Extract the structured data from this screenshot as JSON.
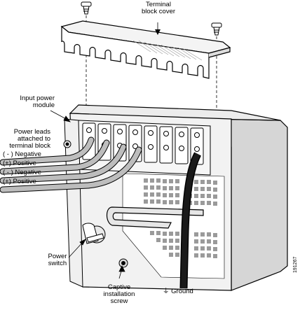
{
  "labels": {
    "terminal_block_cover_line1": "Terminal",
    "terminal_block_cover_line2": "block cover",
    "input_power_module_line1": "Input power",
    "input_power_module_line2": "module",
    "power_leads_line1": "Power leads",
    "power_leads_line2": "attached to",
    "power_leads_line3": "terminal block",
    "lead_1": "( - ) Negative",
    "lead_2": "(+)  Positive",
    "lead_3": "( - ) Negative",
    "lead_4": "(+)  Positive",
    "power_switch_line1": "Power",
    "power_switch_line2": "switch",
    "captive_screw_line1": "Captive",
    "captive_screw_line2": "installation",
    "captive_screw_line3": "screw",
    "ground": "Ground",
    "ground_symbol": "⏚",
    "figure_number": "191267"
  }
}
